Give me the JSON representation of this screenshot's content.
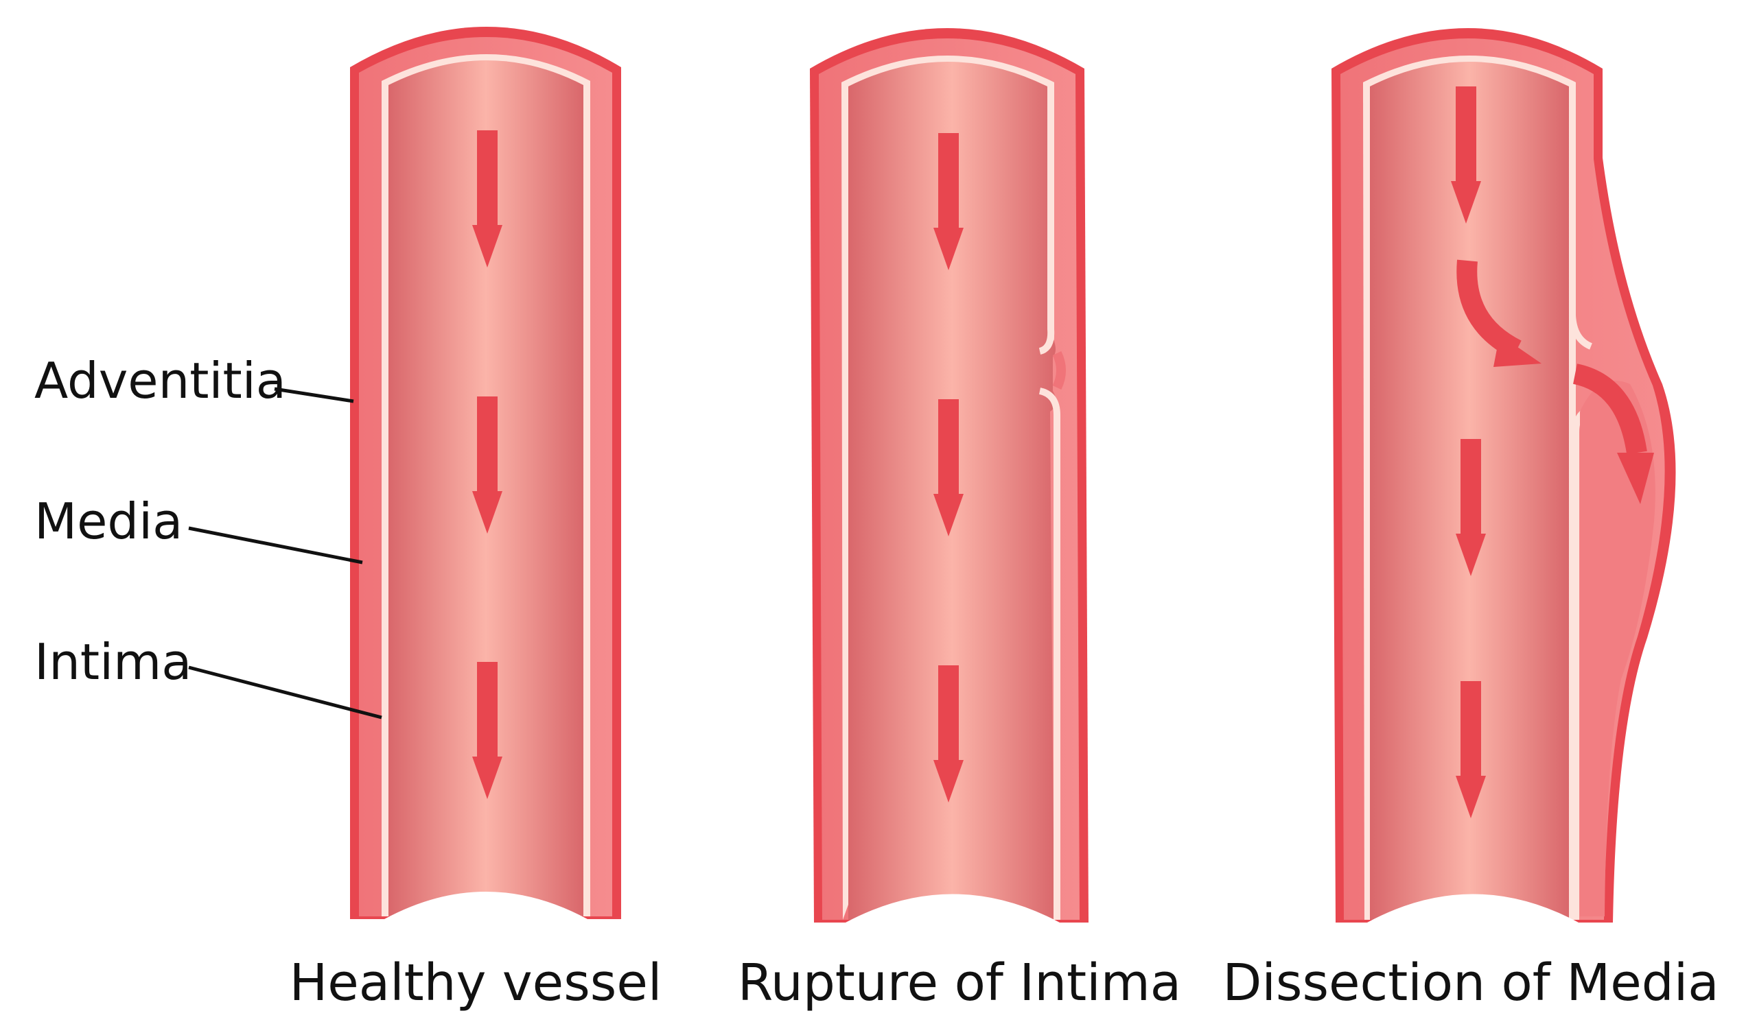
{
  "layer_labels": {
    "adventitia": "Adventitia",
    "media": "Media",
    "intima": "Intima"
  },
  "captions": {
    "healthy": "Healthy vessel",
    "rupture": "Rupture of Intima",
    "dissection": "Dissection of Media"
  },
  "colors": {
    "adventitia": "#e8464f",
    "media": "#f27e82",
    "intima_line": "#fde3dc",
    "lumen_dark": "#de6b6f",
    "lumen_light": "#fbb4a9",
    "arrow": "#e8464f",
    "text": "#111111"
  }
}
